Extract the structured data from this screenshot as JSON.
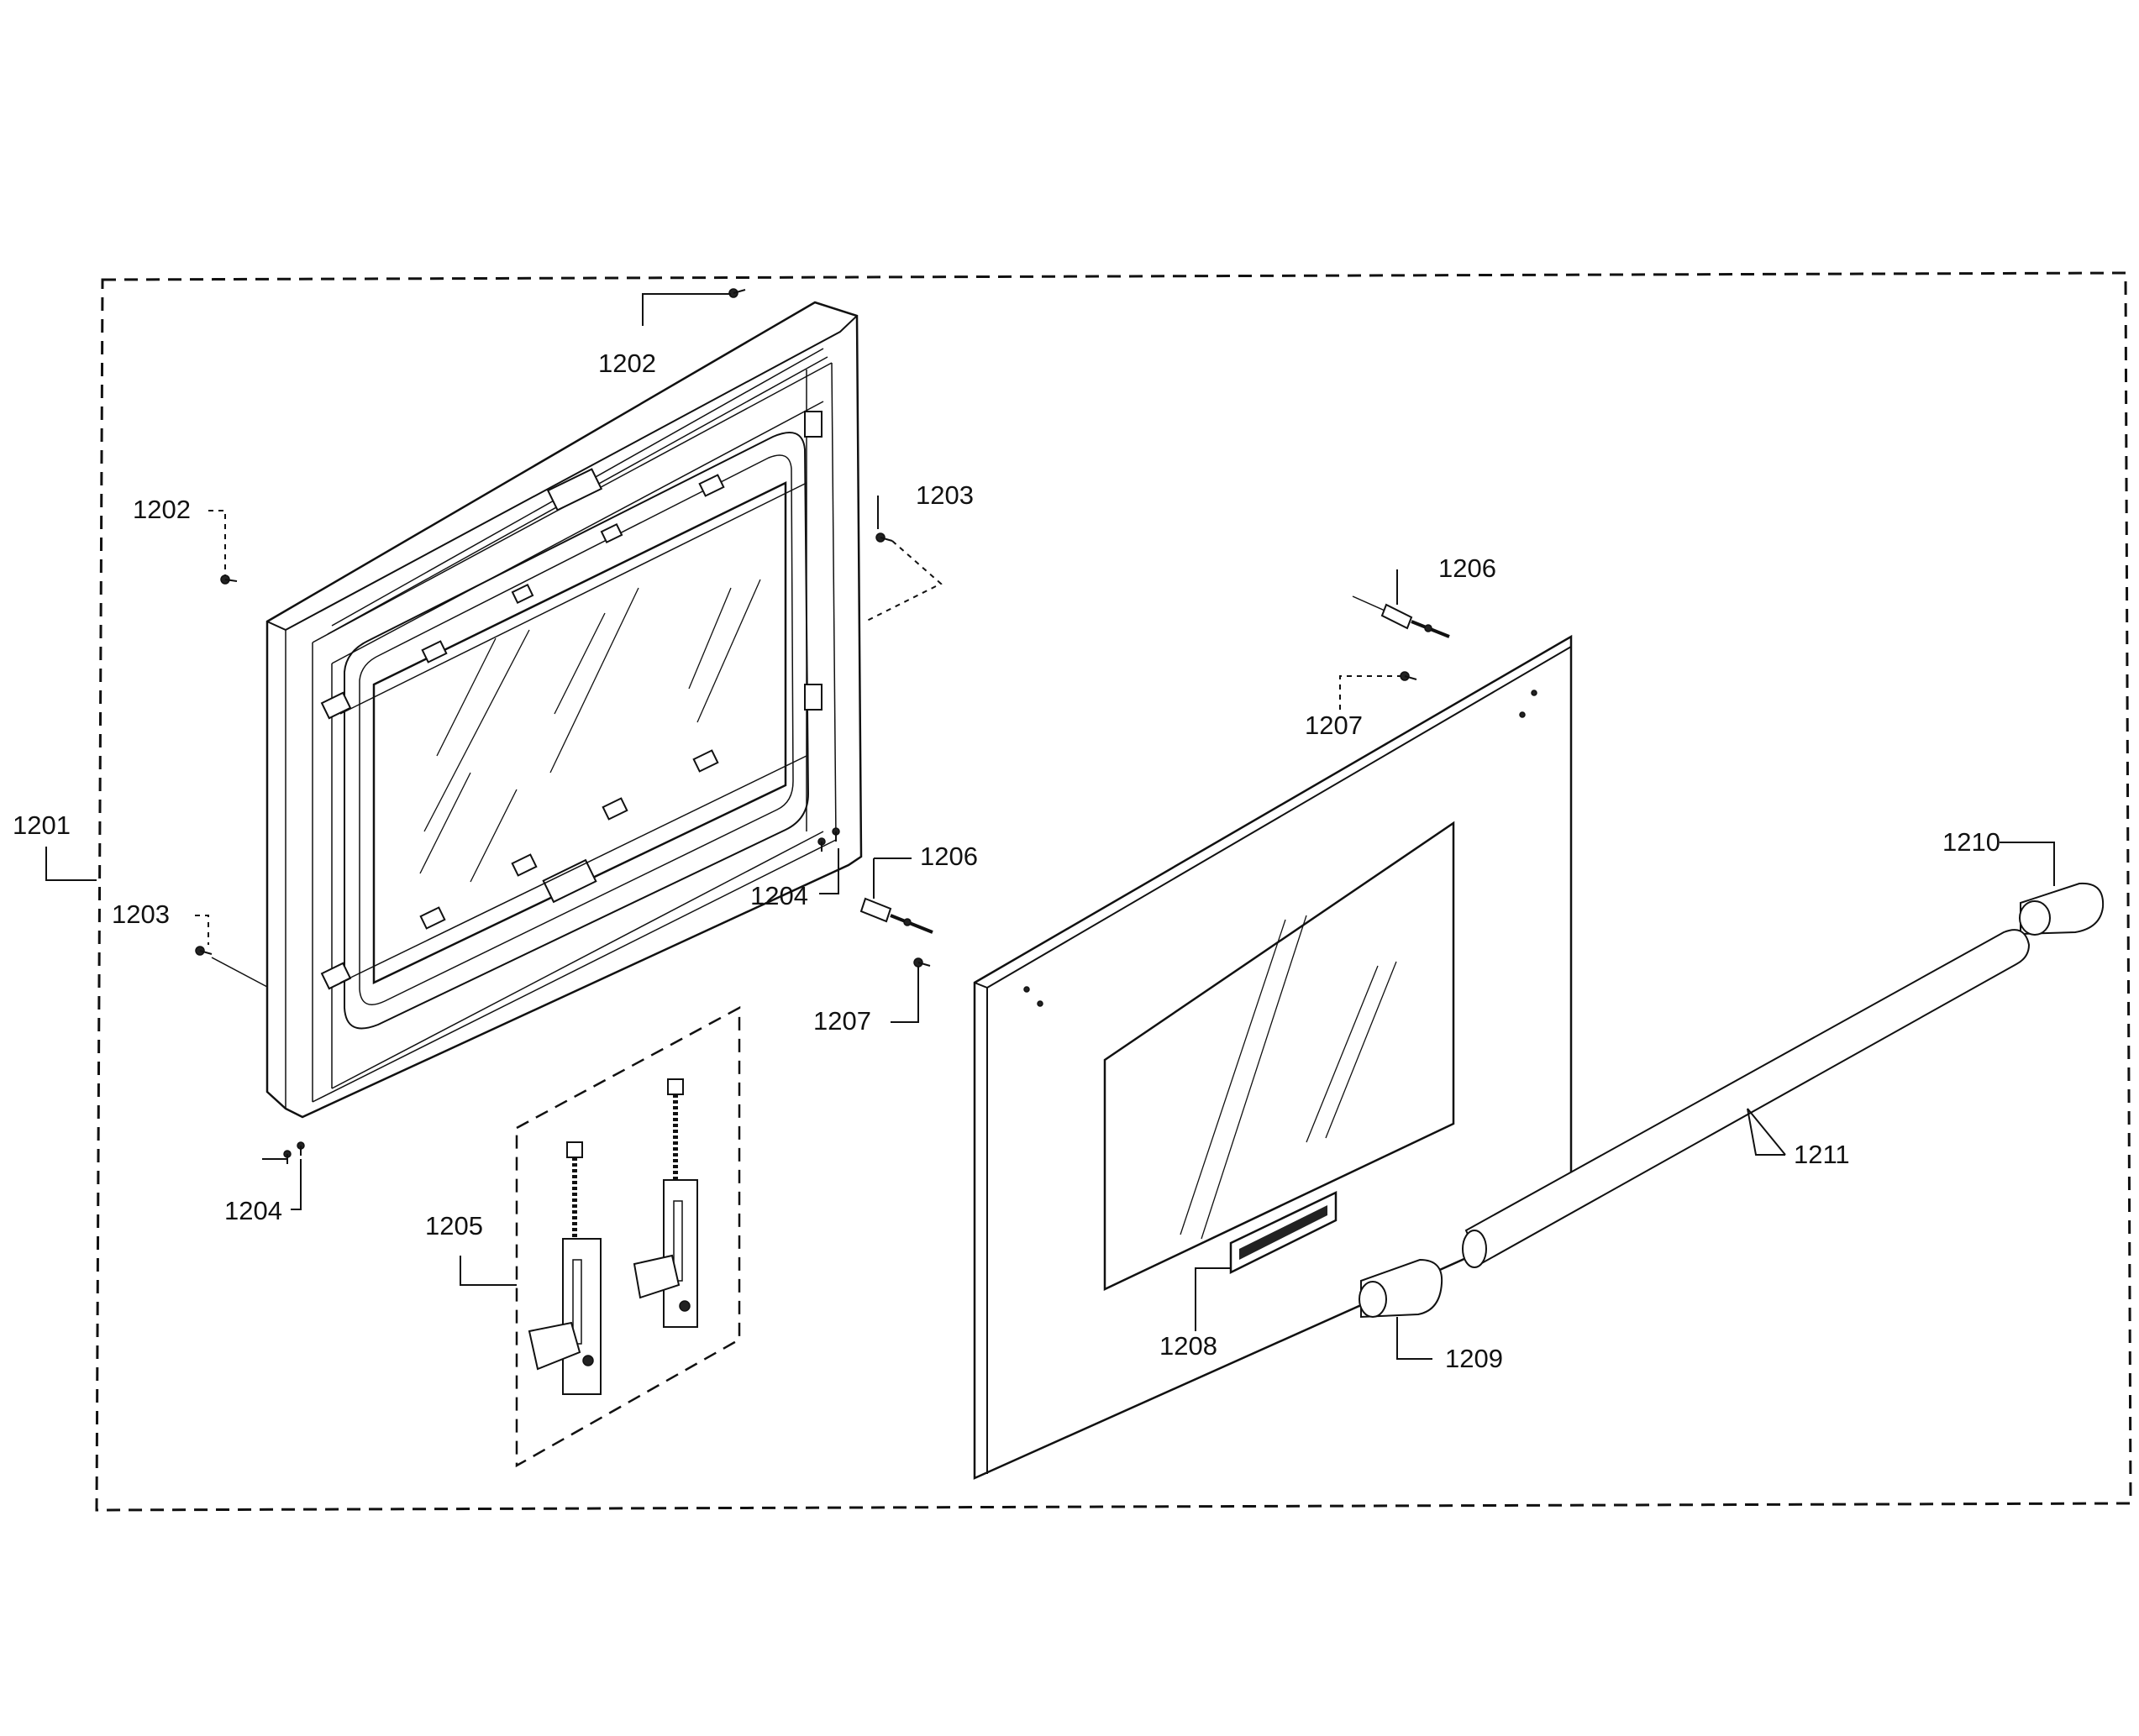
{
  "labels": {
    "p1201": "1201",
    "p1202_top": "1202",
    "p1202_left": "1202",
    "p1203_right": "1203",
    "p1203_left": "1203",
    "p1204_right": "1204",
    "p1204_bottom": "1204",
    "p1205": "1205",
    "p1206_top": "1206",
    "p1206_mid": "1206",
    "p1207_top": "1207",
    "p1207_mid": "1207",
    "p1208": "1208",
    "p1209": "1209",
    "p1210": "1210",
    "p1211": "1211"
  }
}
